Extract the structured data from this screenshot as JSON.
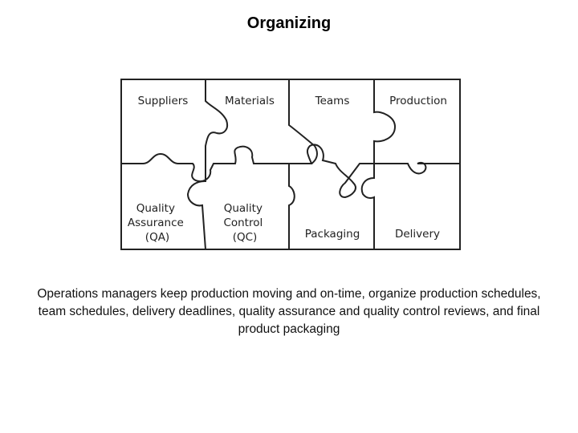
{
  "slide": {
    "title": "Organizing",
    "caption": "Operations managers keep production moving and on-time, organize production schedules, team schedules, delivery deadlines, quality assurance and quality control reviews, and final product packaging"
  },
  "puzzle": {
    "pieces": [
      {
        "lines": [
          "Suppliers"
        ]
      },
      {
        "lines": [
          "Materials"
        ]
      },
      {
        "lines": [
          "Teams"
        ]
      },
      {
        "lines": [
          "Production"
        ]
      },
      {
        "lines": [
          "Quality",
          "Assurance",
          "(QA)"
        ]
      },
      {
        "lines": [
          "Quality",
          "Control",
          "(QC)"
        ]
      },
      {
        "lines": [
          "Packaging"
        ]
      },
      {
        "lines": [
          "Delivery"
        ]
      }
    ]
  }
}
